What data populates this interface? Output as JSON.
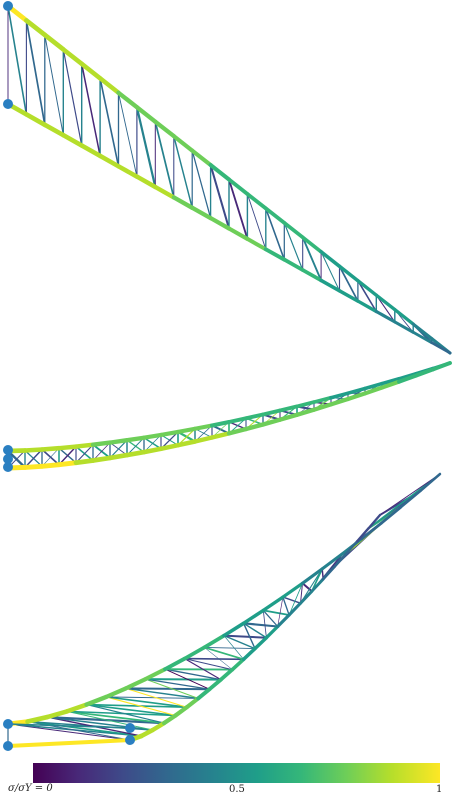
{
  "colorbar": {
    "label": "σ/σY = 0",
    "mid_tick": "0.5",
    "max_tick": "1",
    "colormap": [
      "#440154",
      "#482878",
      "#3e4a89",
      "#31688e",
      "#26828e",
      "#1f9e89",
      "#35b779",
      "#6ece58",
      "#b5de2b",
      "#fde725"
    ]
  },
  "panels": [
    {
      "name": "cantilever-truss-straight",
      "support_color": "#2a7fc1"
    },
    {
      "name": "cantilever-truss-flat-curved",
      "support_color": "#2a7fc1"
    },
    {
      "name": "cantilever-truss-deep-curved",
      "support_color": "#2a7fc1"
    }
  ]
}
